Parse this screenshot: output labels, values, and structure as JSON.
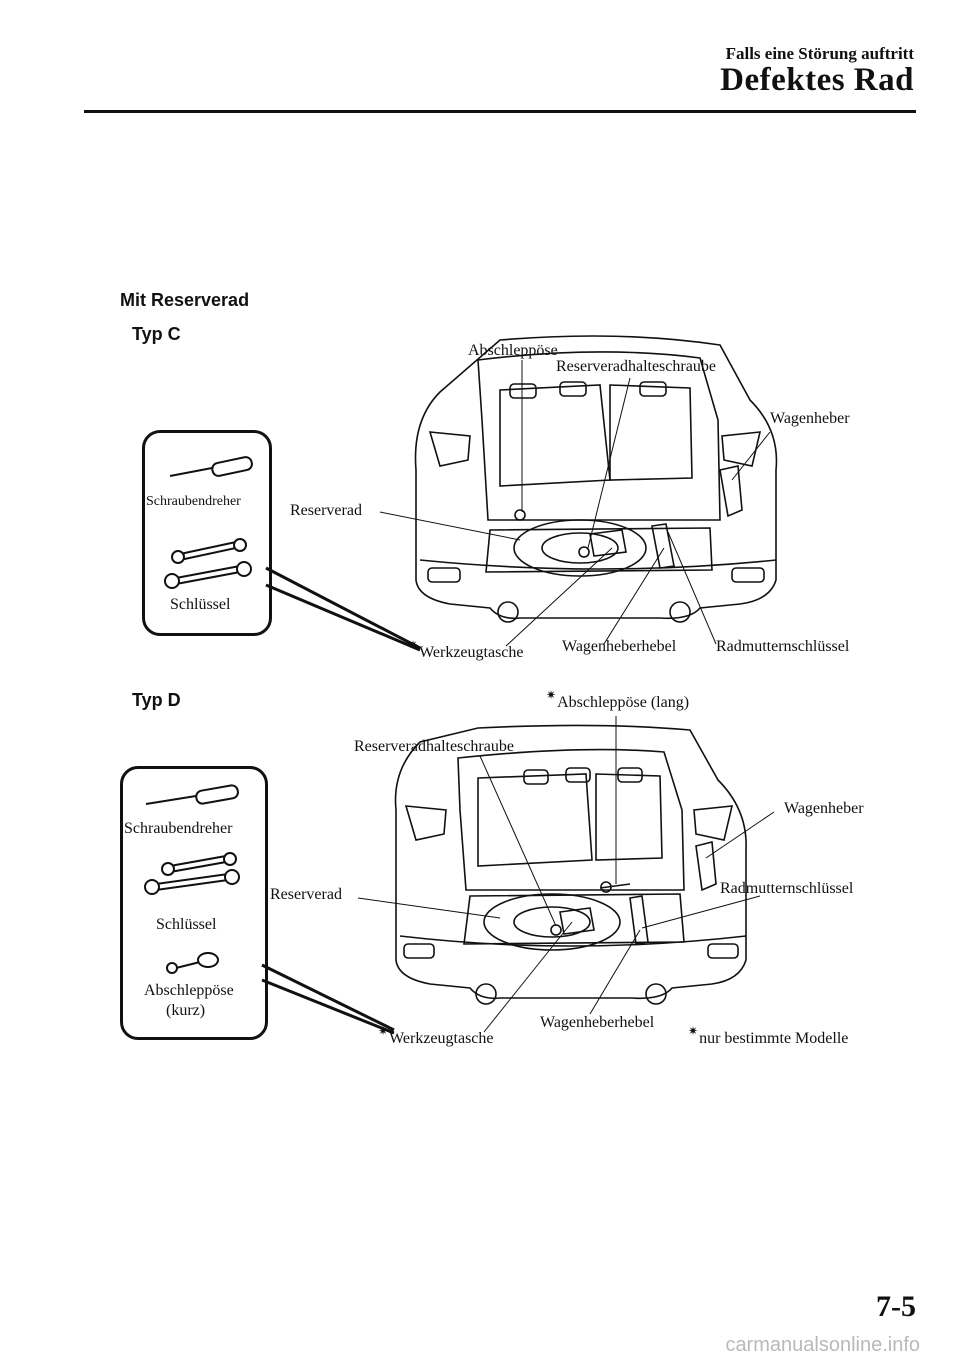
{
  "header": {
    "section": "Falls eine Störung auftritt",
    "title": "Defektes Rad"
  },
  "figure": {
    "heading": "Mit Reserverad",
    "typ_c": {
      "label": "Typ C",
      "box": {
        "screwdriver": "Schraubendreher",
        "wrench": "Schlüssel"
      },
      "callouts": {
        "tow_hook": "Abschleppöse",
        "spare_bolt": "Reserveradhalteschraube",
        "jack": "Wagenheber",
        "spare_wheel": "Reserverad",
        "tool_bag": "Werkzeugtasche",
        "jack_lever": "Wagenheberhebel",
        "lug_wrench": "Radmutternschlüssel"
      }
    },
    "typ_d": {
      "label": "Typ D",
      "box": {
        "screwdriver": "Schraubendreher",
        "wrench": "Schlüssel",
        "tow_hook_short_1": "Abschleppöse",
        "tow_hook_short_2": "(kurz)"
      },
      "callouts": {
        "tow_hook_long": "Abschleppöse (lang)",
        "spare_bolt": "Reserveradhalteschraube",
        "jack": "Wagenheber",
        "lug_wrench": "Radmutternschlüssel",
        "spare_wheel": "Reserverad",
        "tool_bag": "Werkzeugtasche",
        "jack_lever": "Wagenheberhebel"
      },
      "footnote": "nur bestimmte Modelle"
    }
  },
  "footer": {
    "page_number": "7-5",
    "watermark": "carmanualsonline.info"
  }
}
